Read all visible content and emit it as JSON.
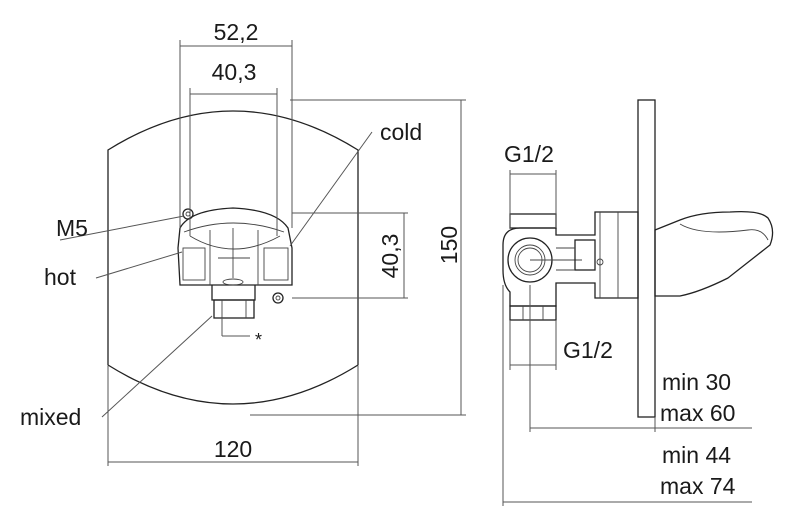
{
  "front_view": {
    "dimensions": {
      "width_outer": "52,2",
      "width_inner": "40,3",
      "height_inner": "40,3",
      "height_total": "150",
      "width_total": "120"
    },
    "callouts": {
      "m5": "M5",
      "hot": "hot",
      "cold": "cold",
      "mixed": "mixed",
      "asterisk": "*"
    }
  },
  "side_view": {
    "dimensions": {
      "thread_top": "G1/2",
      "thread_bottom": "G1/2",
      "depth_1_min": "min 30",
      "depth_1_max": "max 60",
      "depth_2_min": "min 44",
      "depth_2_max": "max 74"
    }
  }
}
